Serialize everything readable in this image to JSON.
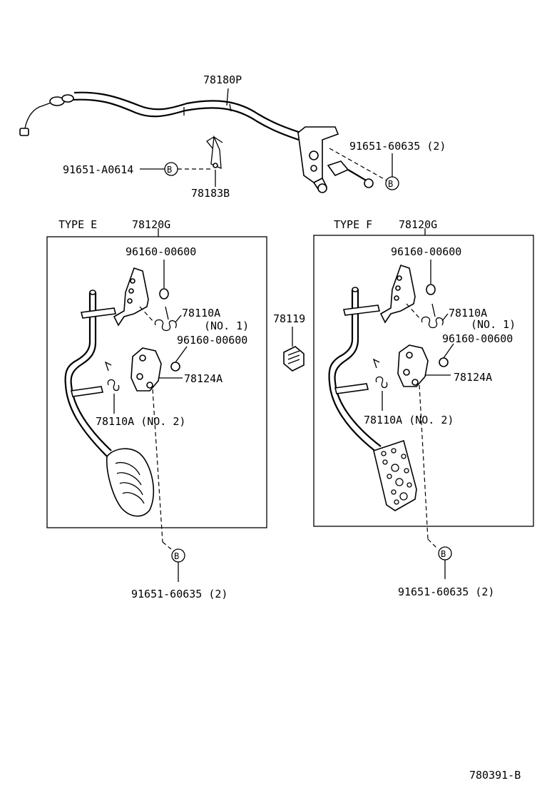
{
  "labels": {
    "cable": "78180P",
    "cable_bolt_left": "91651-A0614",
    "cable_clip": "78183B",
    "cable_bolt_right": "91651-60635 (2)",
    "type_e": "TYPE  E",
    "type_e_assembly": "78120G",
    "type_f": "TYPE  F",
    "type_f_assembly": "78120G",
    "e_bushing_top": "96160-00600",
    "e_spring_no1": "78110A",
    "e_spring_no1_note": "(NO. 1)",
    "e_bushing_mid": "96160-00600",
    "e_bracket": "78124A",
    "e_spring_no2": "78110A (NO. 2)",
    "f_bushing_top": "96160-00600",
    "f_spring_no1": "78110A",
    "f_spring_no1_note": "(NO. 1)",
    "f_bushing_mid": "96160-00600",
    "f_bracket": "78124A",
    "f_spring_no2": "78110A (NO. 2)",
    "stopper": "78119",
    "e_bolt_bottom": "91651-60635 (2)",
    "f_bolt_bottom": "91651-60635 (2)",
    "ref_circle": "B",
    "figure_number": "780391-B"
  }
}
